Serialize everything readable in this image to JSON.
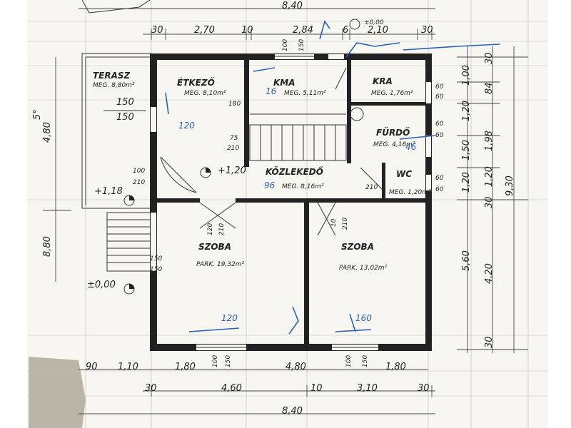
{
  "dims": {
    "top_total": "8,40",
    "top_segments": [
      "30",
      "2,70",
      "10",
      "2,84",
      "6",
      "2,10",
      "30"
    ],
    "small_top": [
      "100",
      "150"
    ],
    "level_top": "±0,00",
    "bottom_upper": [
      "90",
      "1,10",
      "1,80",
      "4,80",
      "1,80"
    ],
    "bottom_lower": [
      "30",
      "4,60",
      "10",
      "3,10",
      "30"
    ],
    "bottom_total": "8,40",
    "bottom_window": [
      "100",
      "150",
      "100",
      "150"
    ],
    "left_upper": "4,80",
    "left_upper_note": "5°",
    "left_lower": "8,80",
    "right_inner": [
      "30",
      "1,00",
      "1,20",
      "1,50",
      "1,20",
      "30",
      "5,60",
      "30"
    ],
    "right_middle": [
      "84",
      "1,98",
      "1,20",
      "4,20"
    ],
    "right_outer": "9,30",
    "right_short": [
      "60",
      "60",
      "60",
      "60",
      "60",
      "60"
    ]
  },
  "rooms": {
    "terrace": {
      "name": "TERASZ",
      "area": "MEG. 8,80m²",
      "d1": "150",
      "d2": "150"
    },
    "dining": {
      "name": "ÉTKEZŐ",
      "area": "MEG. 8,10m²",
      "note": "180"
    },
    "kitchen": {
      "name": "KMA",
      "area": "MEG. 5,11m²"
    },
    "storage": {
      "name": "KRA",
      "area": "MEG. 1,76m²"
    },
    "bath": {
      "name": "FÜRDŐ",
      "area": "MEG. 4,16m²"
    },
    "hall": {
      "name": "KÖZLEKEDŐ",
      "area": "MEG. 8,16m²"
    },
    "wc": {
      "name": "WC",
      "area": "MEG. 1,20m²"
    },
    "room1": {
      "name": "SZOBA",
      "area": "PARK. 19,32m²"
    },
    "room2": {
      "name": "SZOBA",
      "area": "PARK. 13,02m²"
    }
  },
  "marks": {
    "level_hall": "+1,20",
    "level_terrace": "+1,18",
    "level_ground": "±0,00",
    "door_100": "100",
    "door_210": "210",
    "stair_210": "210",
    "stair_75": "75",
    "door_hall_210": "210",
    "door_room_120": "120",
    "door_room_210": "210",
    "door_room2_10": "10",
    "door_room2_210": "210",
    "entry_150a": "150",
    "entry_150b": "150"
  },
  "annotations": {
    "dining_mark": "120",
    "kitchen_mark": "16",
    "bath_mark": "46",
    "hall_mark": "96",
    "room1_mark": "120",
    "room2_mark": "160"
  }
}
